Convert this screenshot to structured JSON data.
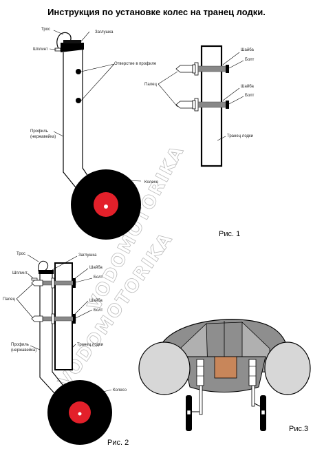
{
  "title": "Инструкция по установке колес на транец лодки.",
  "watermark": "VODOMOTORIKA",
  "figure1_labels": {
    "tros": "Трос",
    "zaglushka": "Заглушка",
    "shplint": "Шплинт",
    "otverstie": "Отверстие в профиле",
    "profil_line1": "Профиль",
    "profil_line2": "(нержавейка)",
    "koleso": "Колесо"
  },
  "figure2_labels": {
    "shaiba_top": "Шайба",
    "bolt_top": "Болт",
    "palec": "Палец",
    "shaiba_bottom": "Шайба",
    "bolt_bottom": "Болт",
    "tranec": "Транец лодки",
    "caption": "Рис. 1"
  },
  "figure3_labels": {
    "tros": "Трос",
    "zaglushka": "Заглушка",
    "shplint": "Шплинт",
    "shaiba_top": "Шайба",
    "bolt_top": "Болт",
    "palec": "Палец",
    "shaiba_bottom": "Шайба",
    "bolt_bottom": "Болт",
    "profil_line1": "Профиль",
    "profil_line2": "(нержавейка)",
    "tranec": "Транец лодки",
    "koleso": "Колесо",
    "caption": "Рис. 2"
  },
  "figure4_labels": {
    "caption": "Рис.3"
  },
  "colors": {
    "hub": "#e3202a",
    "tire": "#000000",
    "tube": "#d7d7d7",
    "hull": "#9a9a9a",
    "transom": "#c8865a"
  }
}
